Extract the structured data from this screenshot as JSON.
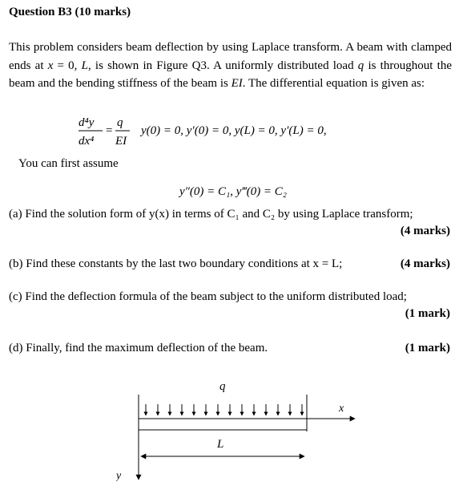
{
  "question": {
    "title": "Question B3 (10 marks)",
    "intro_parts": {
      "p1": "This problem considers beam deflection by using Laplace transform. A beam with clamped ends at ",
      "p2": "x",
      "p3": " = 0, ",
      "p4": "L",
      "p5": ", is shown in Figure Q3. A uniformly distributed load ",
      "p6": "q",
      "p7": " is throughout the beam and the bending stiffness of the beam is ",
      "p8": "EI",
      "p9": ". The differential equation is given as:"
    },
    "equation1": {
      "lhs_num": "d⁴y",
      "lhs_den": "dx⁴",
      "equals": "=",
      "rhs_num": "q",
      "rhs_den": "EI",
      "bcs": "y(0) = 0, y′(0) = 0, y(L) = 0, y′(L) = 0,"
    },
    "assume_text": "You can first assume",
    "equation2": "y″(0) = C₁, y‴(0) = C₂",
    "parts": [
      {
        "text": "(a) Find the solution form of y(x) in terms of C₁ and C₂ by using Laplace transform;",
        "marks": "(4 marks)"
      },
      {
        "text": "(b) Find these constants by the last two boundary conditions at x = L;",
        "marks": "(4 marks)"
      },
      {
        "text": "(c) Find the deflection formula of the beam subject to the uniform distributed load;",
        "marks": "(1 mark)"
      },
      {
        "text": "(d) Finally, find the maximum deflection of the beam.",
        "marks": "(1 mark)"
      }
    ]
  },
  "figure": {
    "load_label": "q",
    "length_label": "L",
    "x_axis_label": "x",
    "y_axis_label": "y"
  }
}
